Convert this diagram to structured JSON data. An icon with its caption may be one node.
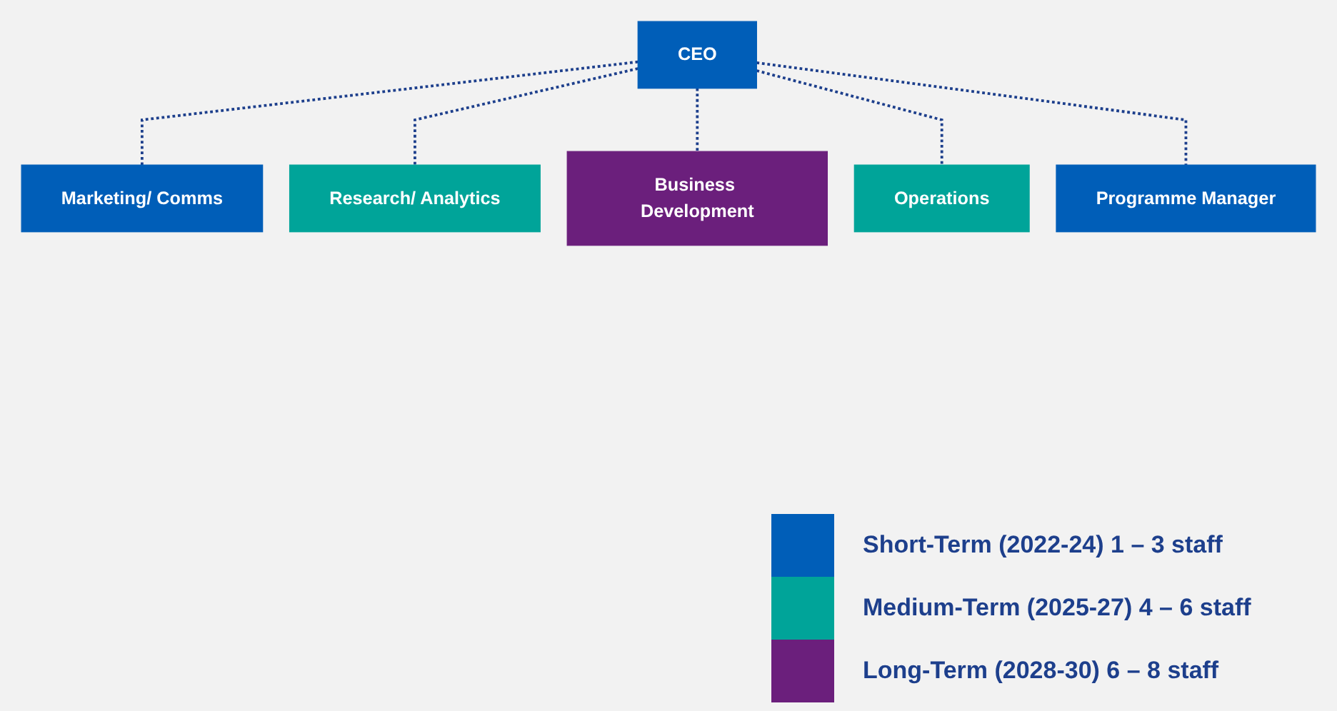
{
  "diagram": {
    "nodes": [
      {
        "text": [
          "CEO"
        ]
      },
      {
        "text": [
          "Marketing/ Comms"
        ]
      },
      {
        "text": [
          "Research/ Analytics"
        ]
      },
      {
        "text": [
          "Business Development"
        ]
      },
      {
        "text": [
          "Operations"
        ]
      },
      {
        "text": [
          "Programme Manager"
        ]
      }
    ],
    "edges": [
      {
        "from": 0,
        "to": 1,
        "arrow": "none",
        "style": "dashed"
      },
      {
        "from": 0,
        "to": 2,
        "arrow": "none",
        "style": "dashed"
      },
      {
        "from": 0,
        "to": 3,
        "arrow": "none",
        "style": "dashed"
      },
      {
        "from": 0,
        "to": 4,
        "arrow": "none",
        "style": "dashed"
      },
      {
        "from": 0,
        "to": 5,
        "arrow": "none",
        "style": "dashed"
      }
    ],
    "legend": [
      {
        "text": "Short-Term (2022-24) 1 – 3 staff",
        "color": "#005eb8"
      },
      {
        "text": "Medium-Term (2025-27) 4 – 6 staff",
        "color": "#00a499"
      },
      {
        "text": "Long-Term (2028-30) 6 – 8 staff",
        "color": "#6b1f7c"
      }
    ]
  }
}
